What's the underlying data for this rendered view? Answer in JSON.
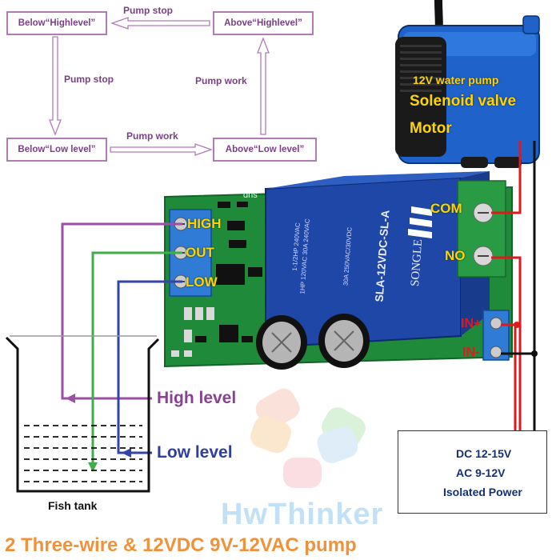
{
  "flowchart": {
    "box_below_high": "Below“Highlevel”",
    "box_above_high": "Above“Highlevel”",
    "box_below_low": "Below“Low level”",
    "box_above_low": "Above“Low level”",
    "label_top": "Pump stop",
    "label_left": "Pump stop",
    "label_right": "Pump work",
    "label_bottom": "Pump work"
  },
  "pump": {
    "line1": "12V water pump",
    "line2": "Solenoid valve",
    "line3": "Motor"
  },
  "module": {
    "pin_high": "HIGH",
    "pin_out": "OUT",
    "pin_low": "LOW",
    "term_com": "COM",
    "term_no": "NO",
    "term_in_pos": "IN+",
    "term_in_neg": "IN-",
    "relay_brand": "SONGLE",
    "relay_model": "SLA-12VDC-SL-A",
    "relay_rating1": "30A 250VAC/30VDC",
    "relay_rating2": "1HP 120VAC 30A 240VAC",
    "relay_rating3": "1-1/2HP 240VAC",
    "pcb_text": "dns"
  },
  "tank": {
    "label": "Fish tank",
    "high_level": "High level",
    "low_level": "Low level"
  },
  "power": {
    "line1": "DC 12-15V",
    "line2": "AC 9-12V",
    "line3": "Isolated Power"
  },
  "watermark": {
    "text": "HwThinker"
  },
  "caption": "2 Three-wire & 12VDC 9V-12VAC pump",
  "colors": {
    "flow_text": "#7a3f86",
    "wire_purple": "#9b4fa6",
    "wire_green": "#3fae49",
    "wire_blue": "#3344a6",
    "wire_red": "#e0191e",
    "wire_black": "#111111",
    "pcb_green": "#1f8a3a",
    "relay_blue": "#1f47a8",
    "caption_orange": "#f0923b"
  }
}
